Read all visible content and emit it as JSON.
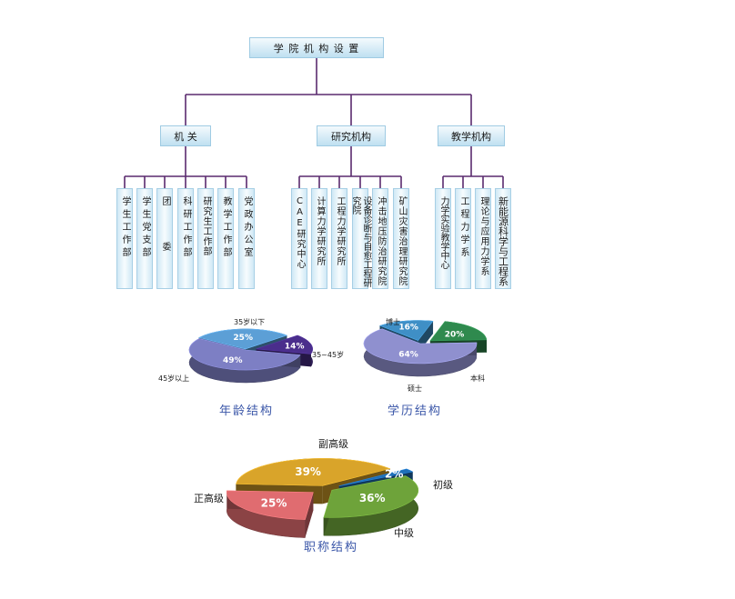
{
  "org": {
    "root": "学 院 机 构 设 置",
    "groups": [
      {
        "label": "机 关",
        "items": [
          "学生工作部",
          "学生党支部",
          "团委",
          "科研工作部",
          "研究生工作部",
          "教学工作部",
          "党政办公室"
        ]
      },
      {
        "label": "研究机构",
        "items": [
          "CAE研究中心",
          "计算力学研究所",
          "工程力学研究所",
          "设备诊断与自愈工程研究院",
          "冲击地压防治研究院",
          "矿山灾害治理研究院"
        ]
      },
      {
        "label": "教学机构",
        "items": [
          "力学实验教学中心",
          "工程力学系",
          "理论与应用力学系",
          "新能源科学与工程系"
        ]
      }
    ]
  },
  "chart_data": [
    {
      "type": "pie",
      "title": "年龄结构",
      "categories": [
        "35岁以下",
        "35~45岁",
        "45岁以上"
      ],
      "values": [
        25,
        14,
        49
      ],
      "labels": [
        "25%",
        "14%",
        "49%"
      ],
      "colors": [
        "#5c9fd6",
        "#4a2e8c",
        "#7d7fc4"
      ]
    },
    {
      "type": "pie",
      "title": "学历结构",
      "categories": [
        "博士",
        "本科",
        "硕士"
      ],
      "values": [
        64,
        16,
        20
      ],
      "labels": [
        "64%",
        "16%",
        "20%"
      ],
      "colors": [
        "#8f90cf",
        "#3f8fc6",
        "#2f8a4e"
      ]
    },
    {
      "type": "pie",
      "title": "职称结构",
      "categories": [
        "副高级",
        "初级",
        "中级",
        "正高级"
      ],
      "values": [
        39,
        2,
        36,
        25
      ],
      "labels": [
        "39%",
        "2%",
        "36%",
        "25%"
      ],
      "colors": [
        "#d9a42a",
        "#1f6fb8",
        "#6ea33a",
        "#e06c70"
      ]
    }
  ]
}
